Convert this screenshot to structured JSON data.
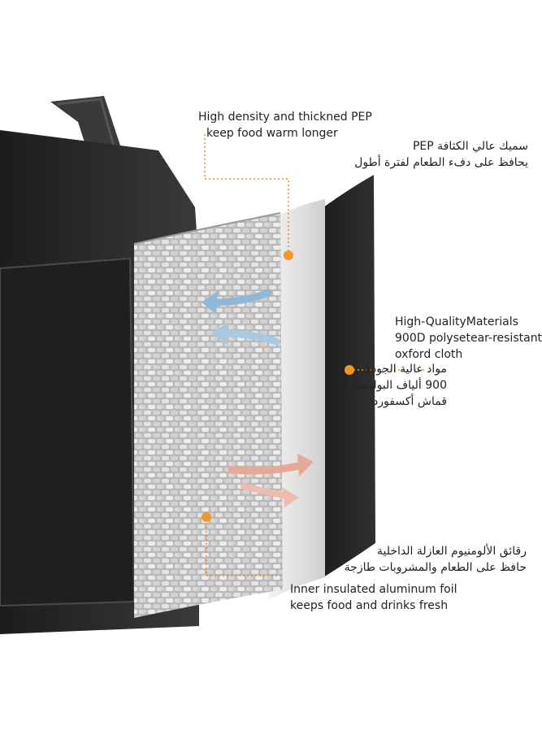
{
  "callouts": {
    "pep": {
      "en_lines": [
        "High density and thickned PEP",
        "keep food warm longer"
      ],
      "ar_lines": [
        "سميك عالي الكثافة PEP",
        "يحافظ على دفء الطعام لفترة أطول"
      ]
    },
    "oxford": {
      "en_lines": [
        "High-QualityMaterials",
        "900D polysetear-resistant",
        "oxford cloth"
      ],
      "ar_lines": [
        "مواد عالية الجودة",
        "900 ألياف البوليستر D",
        "قماش أكسفورد"
      ]
    },
    "foil": {
      "ar_lines": [
        "رقائق الألومنيوم العازلة الداخلية",
        "حافظ على الطعام والمشروبات طازجة"
      ],
      "en_lines": [
        "Inner insulated aluminum foil",
        "keeps food and drinks fresh"
      ]
    }
  },
  "colors": {
    "accent_dot": "#f0962a",
    "leader_line": "#d9903a",
    "bag_dark": "#2b2b2b",
    "foam_light": "#e9e9e9",
    "arrow_cool": "#8fb8d8",
    "arrow_warm": "#e8a898"
  }
}
